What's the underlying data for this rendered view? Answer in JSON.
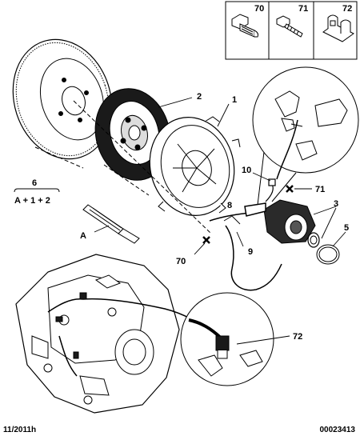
{
  "inset": {
    "cells": [
      {
        "ref": "70",
        "icon": "bolt-icon"
      },
      {
        "ref": "71",
        "icon": "screw-icon"
      },
      {
        "ref": "72",
        "icon": "clip-icon"
      }
    ]
  },
  "callouts": {
    "c1": "1",
    "c2": "2",
    "c3": "3",
    "c5": "5",
    "c6": "6",
    "formula": "A + 1 + 2",
    "cA1": "A",
    "c70": "70",
    "c71": "71",
    "c72": "72",
    "c8": "8",
    "c9": "9",
    "c10": "10"
  },
  "footer": {
    "date": "11/2011h",
    "ref": "00023413"
  },
  "colors": {
    "line": "#000000",
    "part_fill": "#ffffff",
    "dark": "#1a1a1a"
  }
}
